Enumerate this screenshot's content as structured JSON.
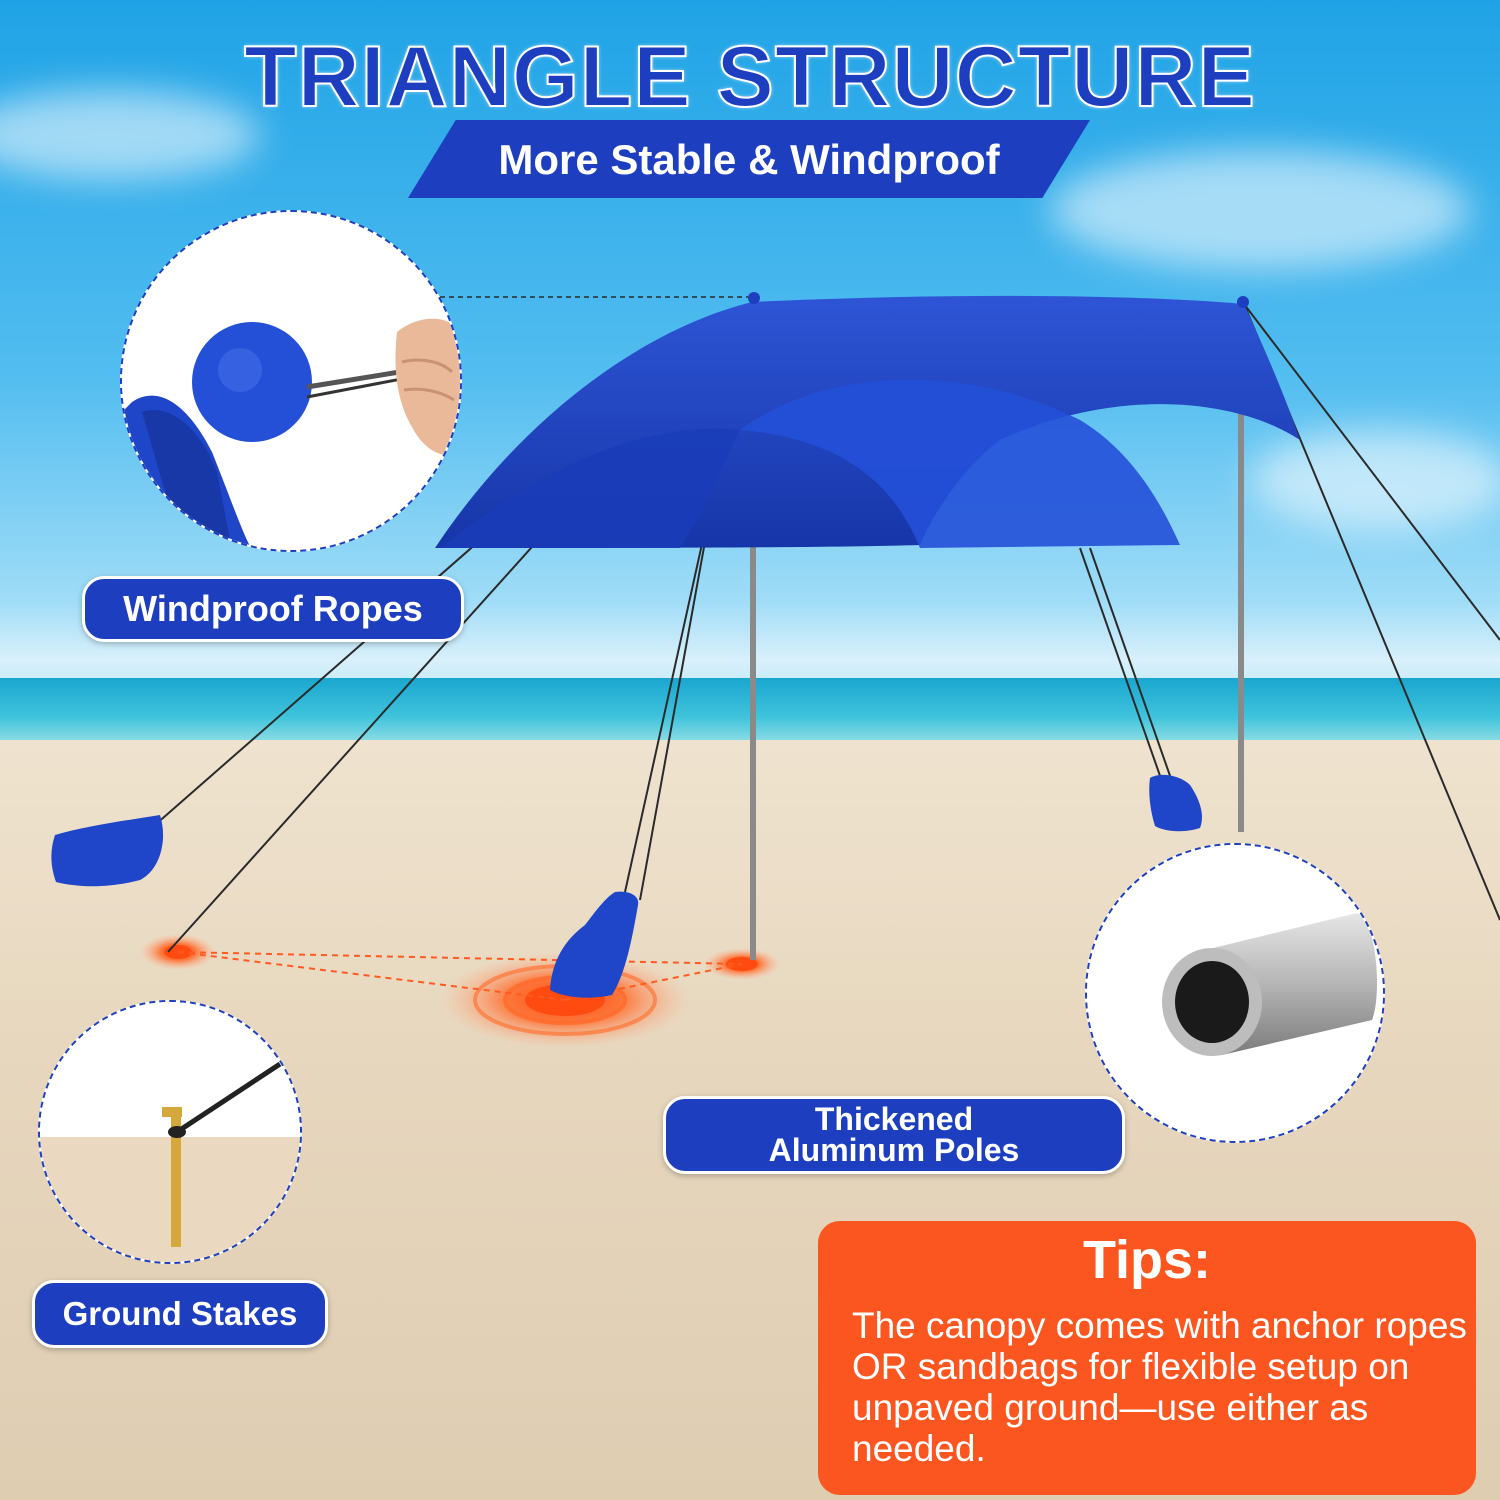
{
  "header": {
    "title": "TRIANGLE STRUCTURE",
    "subtitle": "More Stable & Windproof"
  },
  "callouts": {
    "ropes_label": "Windproof Ropes",
    "stakes_label": "Ground Stakes",
    "poles_line1": "Thickened",
    "poles_line2": "Aluminum Poles"
  },
  "tips": {
    "title": "Tips:",
    "body": "The canopy comes with anchor ropes OR sandbags for flexible setup on unpaved ground—use either as needed."
  },
  "colors": {
    "brand_blue": "#1d3fbf",
    "canopy_blue": "#1f45c8",
    "tips_orange": "#fc5620",
    "anchor_marker": "#ff5a1f"
  },
  "icons": [
    "shade-canopy-icon",
    "sandbag-icon",
    "rope-ball-icon",
    "ground-stake-icon",
    "aluminum-pole-icon",
    "anchor-target-icon"
  ]
}
